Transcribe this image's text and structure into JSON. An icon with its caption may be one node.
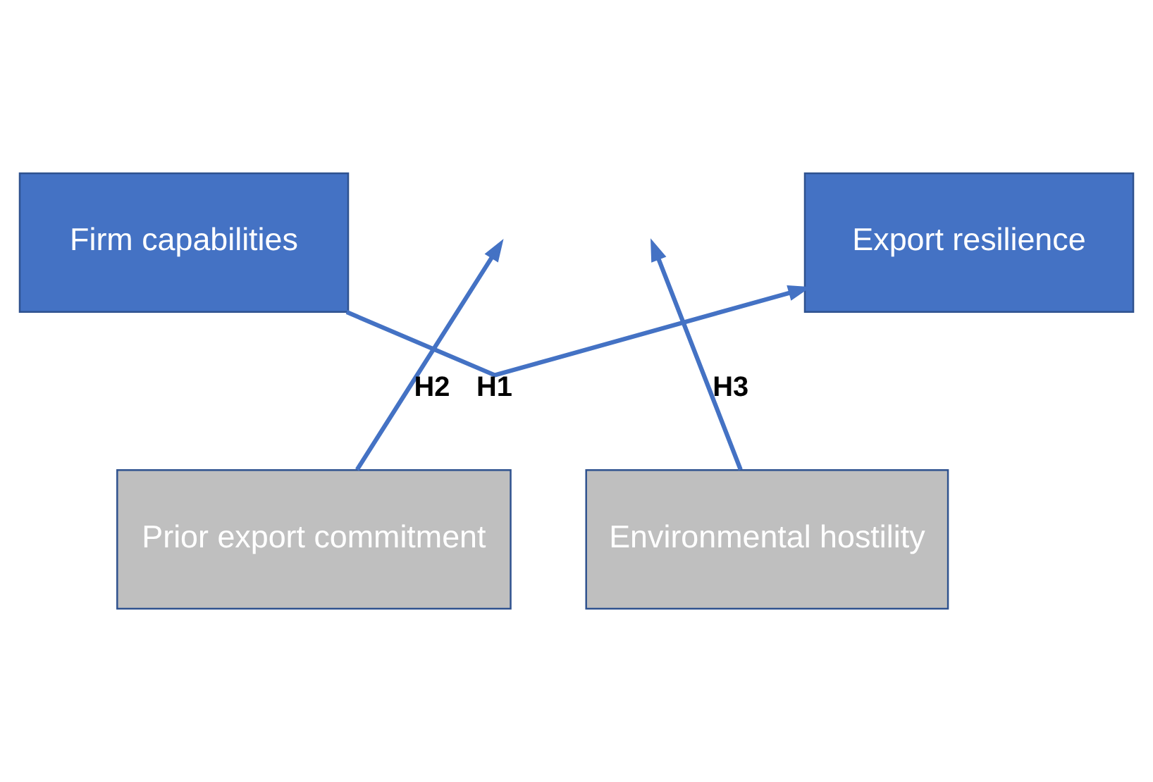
{
  "diagram": {
    "nodes": [
      {
        "text": [
          "Firm capabilities"
        ]
      },
      {
        "text": [
          "Export resilience"
        ]
      },
      {
        "text": [
          "Prior export commitment"
        ]
      },
      {
        "text": [
          "Environmental hostility"
        ]
      }
    ],
    "edges": [
      {
        "from": 0,
        "to": 1,
        "arrow": "to",
        "label": "H1"
      },
      {
        "from": 2,
        "to": null,
        "arrow": "to",
        "label": "H2"
      },
      {
        "from": 3,
        "to": null,
        "arrow": "to",
        "label": "H3"
      }
    ]
  }
}
